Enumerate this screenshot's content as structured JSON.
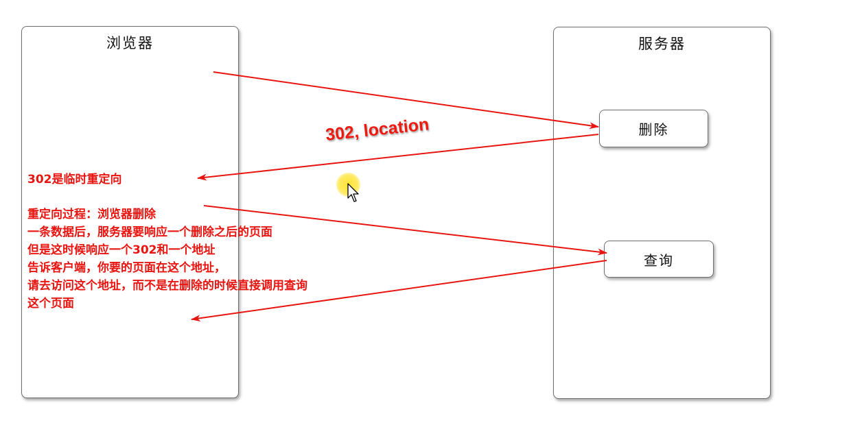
{
  "browser": {
    "title": "浏览器"
  },
  "server": {
    "title": "服务器",
    "delete_label": "删除",
    "query_label": "查询"
  },
  "arrow_label": "302, location",
  "notes": {
    "temp_redirect": "302是临时重定向",
    "process_lines": [
      "重定向过程：浏览器删除",
      "一条数据后，服务器要响应一个删除之后的页面",
      "但是这时候响应一个302和一个地址",
      "告诉客户端，你要的页面在这个地址，",
      "请去访问这个地址，而不是在删除的时候直接调用查询",
      "这个页面"
    ]
  },
  "colors": {
    "arrow": "#e8140f",
    "text_red": "#e8140f",
    "cursor_halo": "#ffe228"
  }
}
